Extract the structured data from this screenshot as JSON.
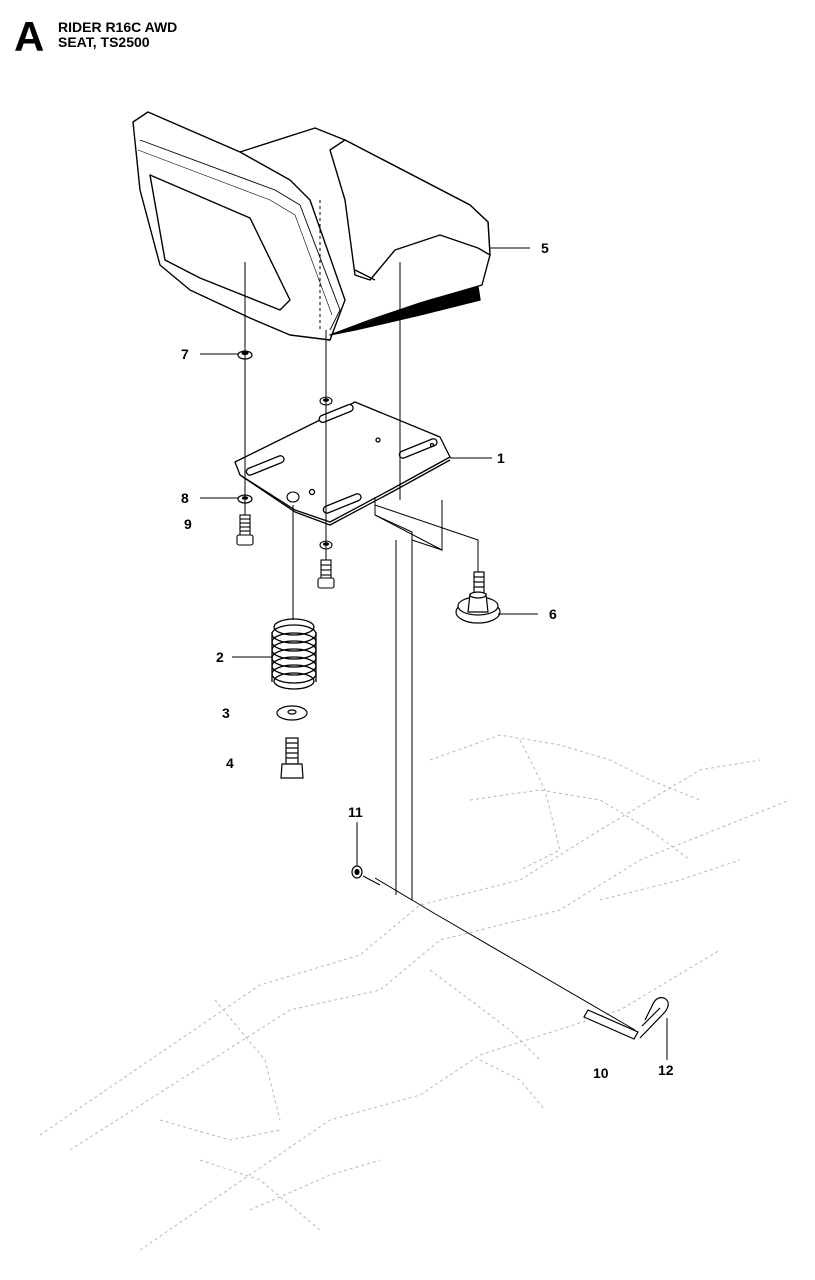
{
  "header": {
    "section_letter": "A",
    "model": "RIDER R16C AWD",
    "assembly": "SEAT, TS2500"
  },
  "callouts": {
    "c1": "1",
    "c2": "2",
    "c3": "3",
    "c4": "4",
    "c5": "5",
    "c6": "6",
    "c7": "7",
    "c8": "8",
    "c9": "9",
    "c10": "10",
    "c11": "11",
    "c12": "12"
  }
}
